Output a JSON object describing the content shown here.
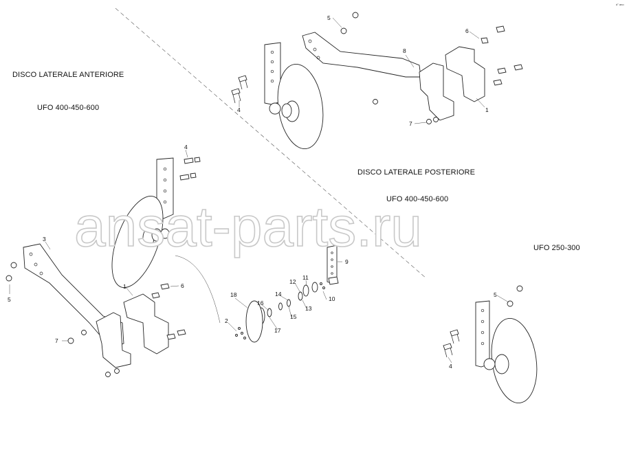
{
  "titles": {
    "front_disc": "DISCO LATERALE ANTERIORE",
    "front_models": "UFO 400-450-600",
    "rear_disc": "DISCO LATERALE POSTERIORE",
    "rear_models": "UFO 400-450-600",
    "small_models": "UFO 250-300"
  },
  "watermark": "ansat-parts.ru",
  "corner_mark": "d° ano",
  "callouts": {
    "c1a": "1",
    "c1b": "1",
    "c2": "2",
    "c3": "3",
    "c4a": "4",
    "c4b": "4",
    "c4c": "4",
    "c5a": "5",
    "c5b": "5",
    "c5c": "5",
    "c6a": "6",
    "c6b": "6",
    "c7a": "7",
    "c7b": "7",
    "c8": "8",
    "c9": "9",
    "c10": "10",
    "c11": "11",
    "c12": "12",
    "c13": "13",
    "c14": "14",
    "c15": "15",
    "c16": "16",
    "c17": "17",
    "c18": "18"
  }
}
